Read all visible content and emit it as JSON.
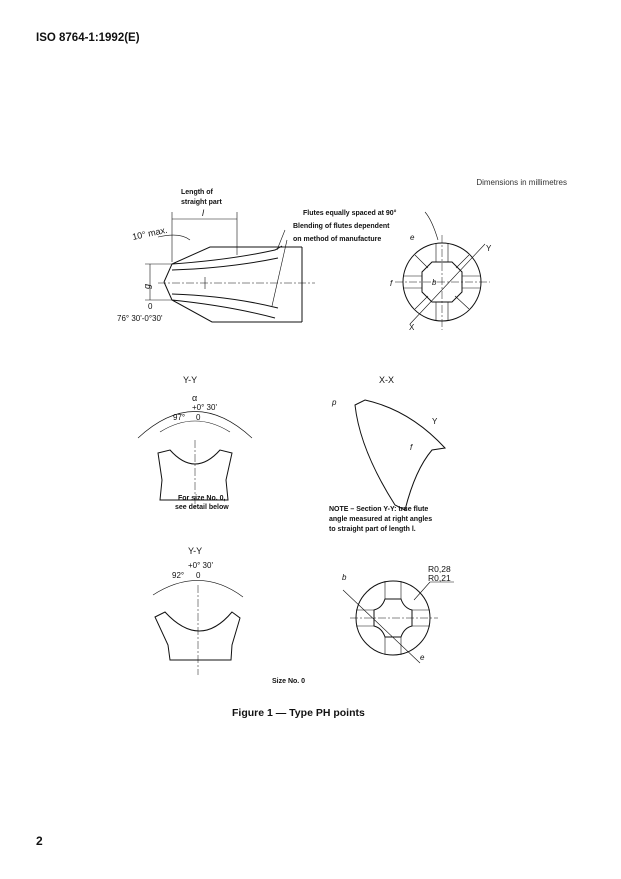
{
  "header": {
    "standard_id": "ISO 8764-1:1992(E)"
  },
  "dimensions_note": "Dimensions in millimetres",
  "side_view": {
    "length_label_line1": "Length of",
    "length_label_line2": "straight part",
    "l_symbol": "l",
    "angle_max": "10° max.",
    "g_symbol": "g",
    "tip_angle_tol_upper": "0",
    "tip_angle": "76° 30'-0°30'",
    "flutes_note": "Flutes equally spaced at 90°",
    "blending_line1": "Blending of flutes dependent",
    "blending_line2": "on method of manufacture"
  },
  "end_view": {
    "e": "e",
    "f": "f",
    "b": "b",
    "section_y": "Y",
    "section_x": "X"
  },
  "section_yy": {
    "title": "Y-Y",
    "alpha": "α",
    "tol": "+0° 30'",
    "angle": "97°",
    "tol_lower": "0",
    "note_line1": "For size No. 0,",
    "note_line2": "see detail below"
  },
  "section_xx": {
    "title": "X-X",
    "p": "p",
    "y": "Y",
    "f": "f",
    "note_line1": "NOTE – Section Y-Y: true flute",
    "note_line2": "angle measured at right angles",
    "note_line3": "to straight part of length l."
  },
  "detail_yy": {
    "title": "Y-Y",
    "tol": "+0° 30'",
    "angle": "92°",
    "tol_lower": "0"
  },
  "detail_end": {
    "b": "b",
    "e": "e",
    "r1": "R0,28",
    "r2": "R0,21"
  },
  "size_label": "Size No. 0",
  "figure_caption": "Figure 1 — Type PH points",
  "page_number": "2"
}
